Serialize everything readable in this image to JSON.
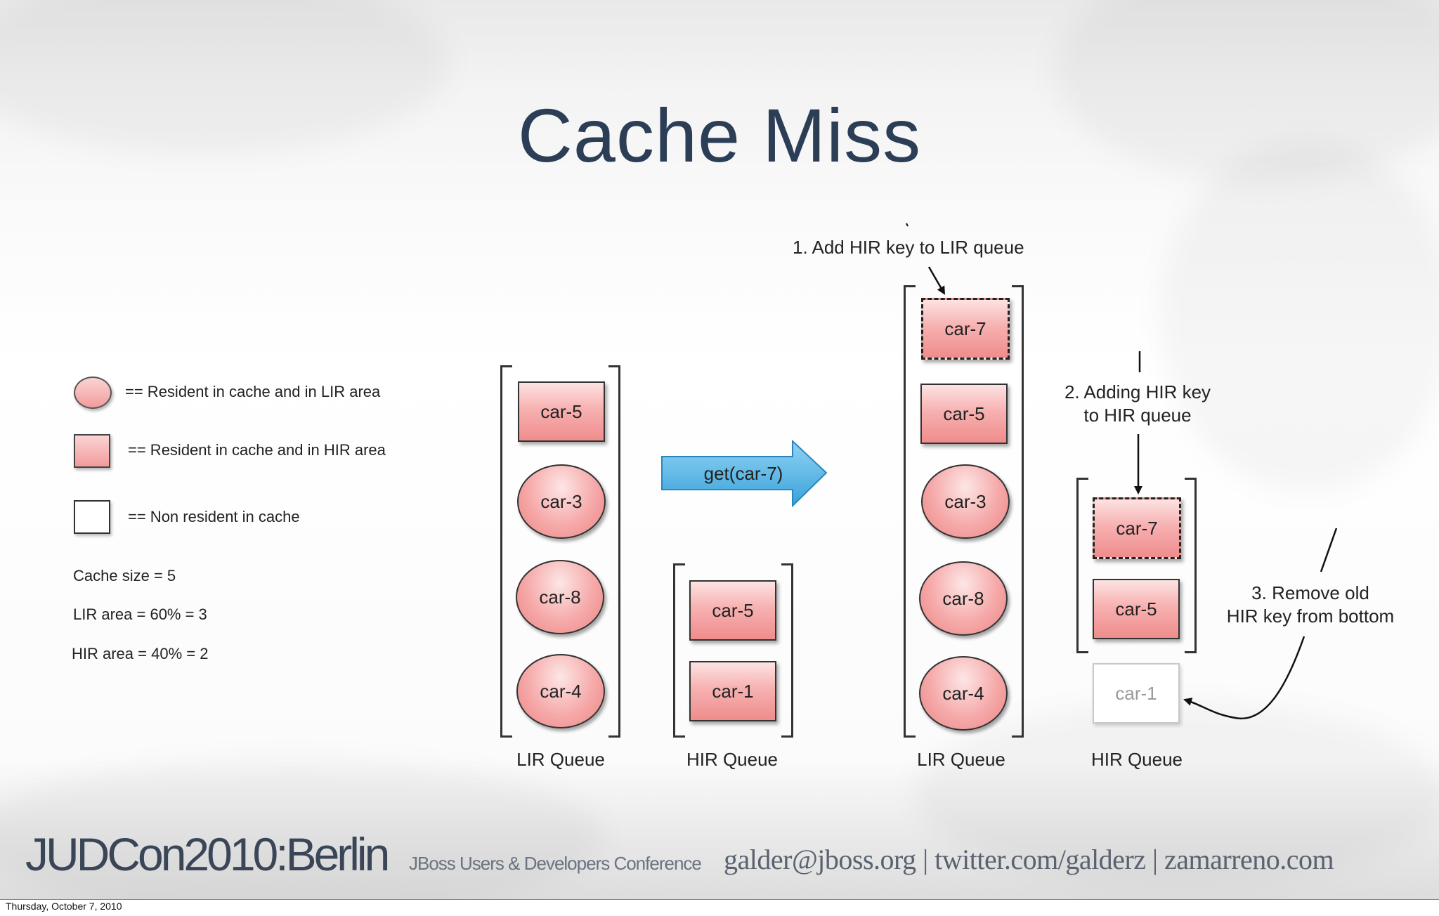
{
  "slide": {
    "title": "Cache Miss",
    "legend": {
      "lir": "== Resident in cache and in LIR area",
      "hir": "== Resident in cache and in HIR area",
      "nonres": "== Non resident in cache"
    },
    "stats": {
      "cache_size": "Cache size = 5",
      "lir_area": "LIR area = 60% = 3",
      "hir_area": "HIR area = 40% = 2"
    },
    "before": {
      "lir_queue": [
        "car-5",
        "car-3",
        "car-8",
        "car-4"
      ],
      "hir_queue": [
        "car-5",
        "car-1"
      ],
      "lir_label": "LIR Queue",
      "hir_label": "HIR Queue"
    },
    "operation": "get(car-7)",
    "after": {
      "lir_queue": [
        "car-7",
        "car-5",
        "car-3",
        "car-8",
        "car-4"
      ],
      "hir_queue": [
        "car-7",
        "car-5"
      ],
      "evicted": "car-1",
      "lir_label": "LIR Queue",
      "hir_label": "HIR Queue"
    },
    "annotations": {
      "step1": "1. Add HIR key to LIR queue",
      "step2_line1": "2. Adding HIR key",
      "step2_line2": "to HIR queue",
      "step3_line1": "3. Remove old",
      "step3_line2": "HIR key from bottom"
    }
  },
  "footer": {
    "brand": "JUDCon2010:Berlin",
    "subtitle": "JBoss Users & Developers Conference",
    "contact": "galder@jboss.org | twitter.com/galderz | zamarreno.com"
  },
  "date": "Thursday, October 7, 2010",
  "colors": {
    "title": "#2c3e55",
    "node_fill": "#f29b9b",
    "arrow_fill": "#58b6e6"
  }
}
